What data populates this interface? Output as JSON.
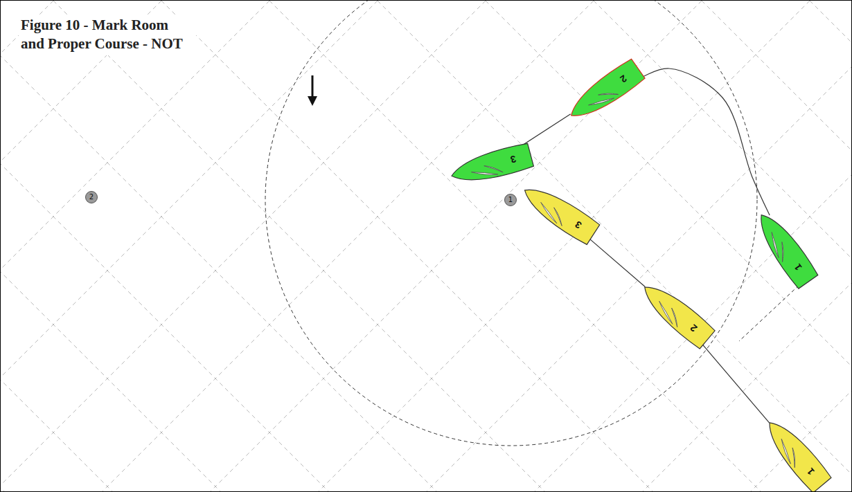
{
  "diagram": {
    "title": "Figure 10 - Mark Room and Proper Course - NOT",
    "nodes": [
      {
        "text": [
          "2"
        ]
      },
      {
        "text": [
          "3"
        ]
      },
      {
        "text": [
          "2"
        ]
      },
      {
        "text": [
          "1"
        ]
      },
      {
        "text": [
          "3"
        ]
      },
      {
        "text": [
          "1"
        ]
      },
      {
        "text": [
          "2"
        ]
      },
      {
        "text": [
          "1"
        ]
      }
    ],
    "edges": [
      {
        "from": 5,
        "to": 0,
        "arrow": "none"
      },
      {
        "from": 0,
        "to": 1,
        "arrow": "none"
      },
      {
        "from": 7,
        "to": 6,
        "arrow": "none"
      },
      {
        "from": 6,
        "to": 4,
        "arrow": "none"
      }
    ]
  }
}
